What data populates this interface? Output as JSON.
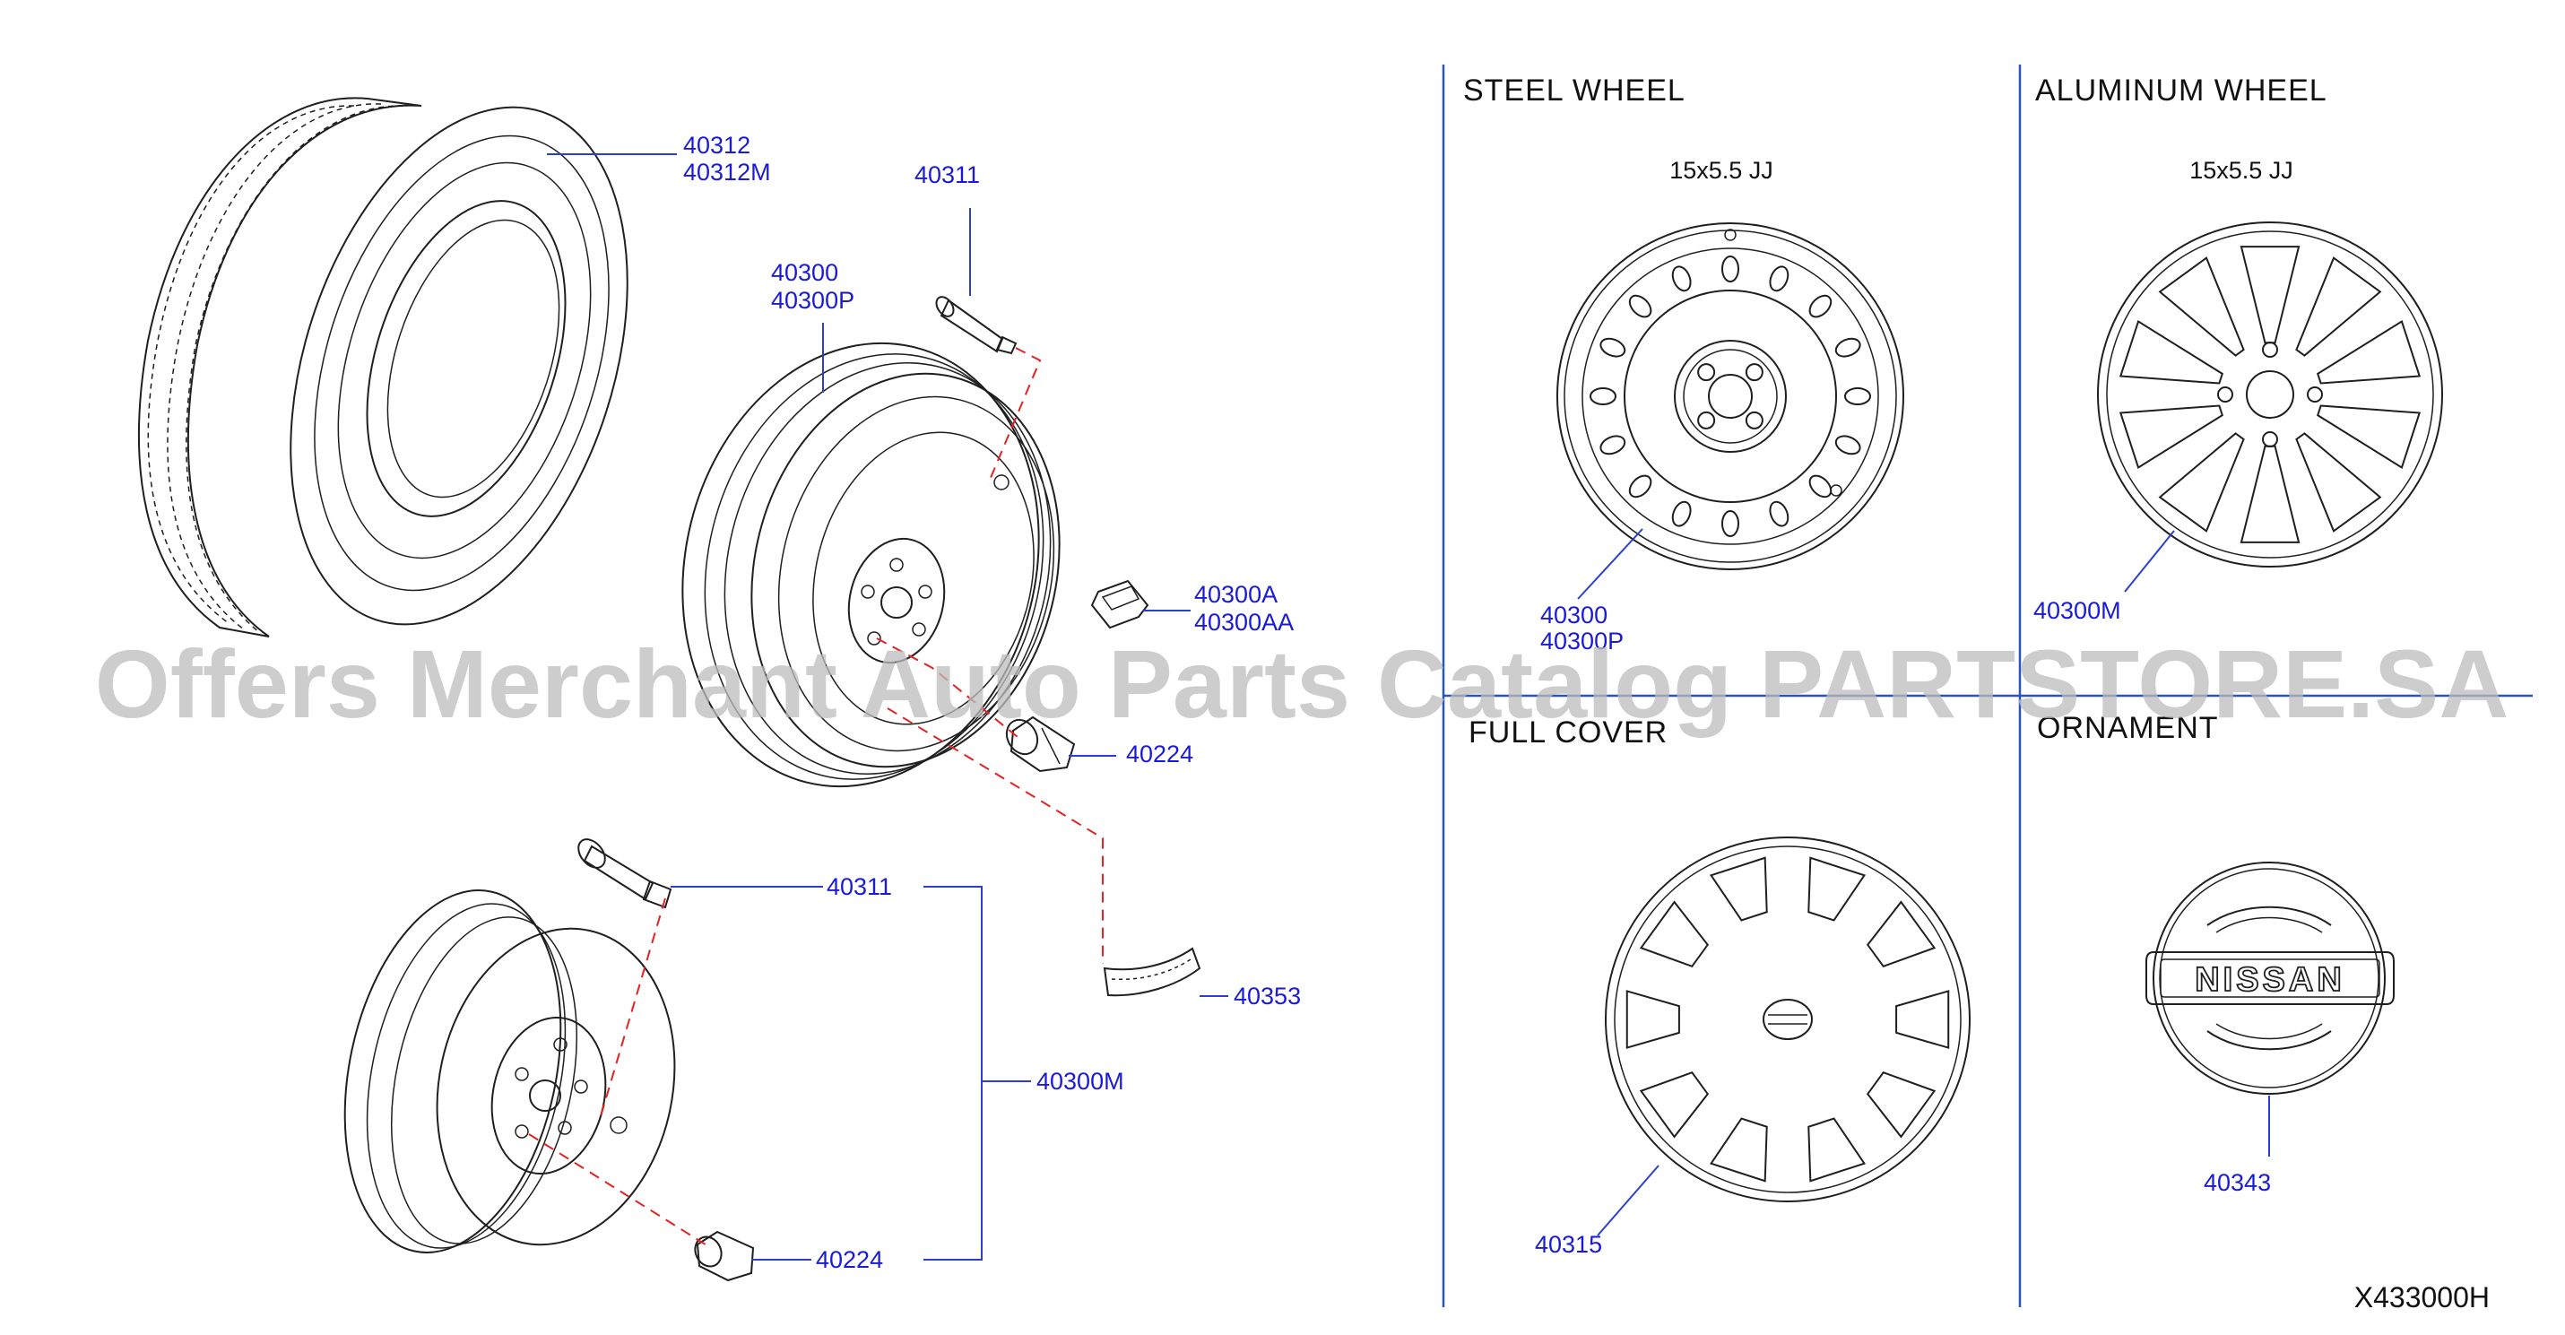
{
  "sections": {
    "steel_wheel": {
      "title": "STEEL   WHEEL",
      "spec": "15x5.5   JJ"
    },
    "aluminum_wheel": {
      "title": "ALUMINUM   WHEEL",
      "spec": "15x5.5   JJ"
    },
    "full_cover": {
      "title": "FULL   COVER"
    },
    "ornament": {
      "title": "ORNAMENT",
      "logo_text": "NISSAN"
    }
  },
  "parts": {
    "tire": [
      "40312",
      "40312M"
    ],
    "wheel_main": [
      "40300",
      "40300P"
    ],
    "valve_top": "40311",
    "sensor": [
      "40300A",
      "40300AA"
    ],
    "nut_top": "40224",
    "valve_bottom": "40311",
    "balance_weight": "40353",
    "spare_wheel": "40300M",
    "nut_bottom": "40224",
    "steel_wheel": [
      "40300",
      "40300P"
    ],
    "aluminum_wheel": "40300M",
    "full_cover": "40315",
    "ornament": "40343"
  },
  "diagram_code": "X433000H",
  "watermark": "Offers Merchant Auto Parts Catalog PARTSTORE.SA",
  "colors": {
    "part_number": "#1a1adc",
    "leader_line": "#2a3fd0",
    "dashed_guide": "#e32222",
    "separator": "#2a55b8",
    "line_art": "#1f1f1f",
    "watermark": "#bdbdbd"
  }
}
